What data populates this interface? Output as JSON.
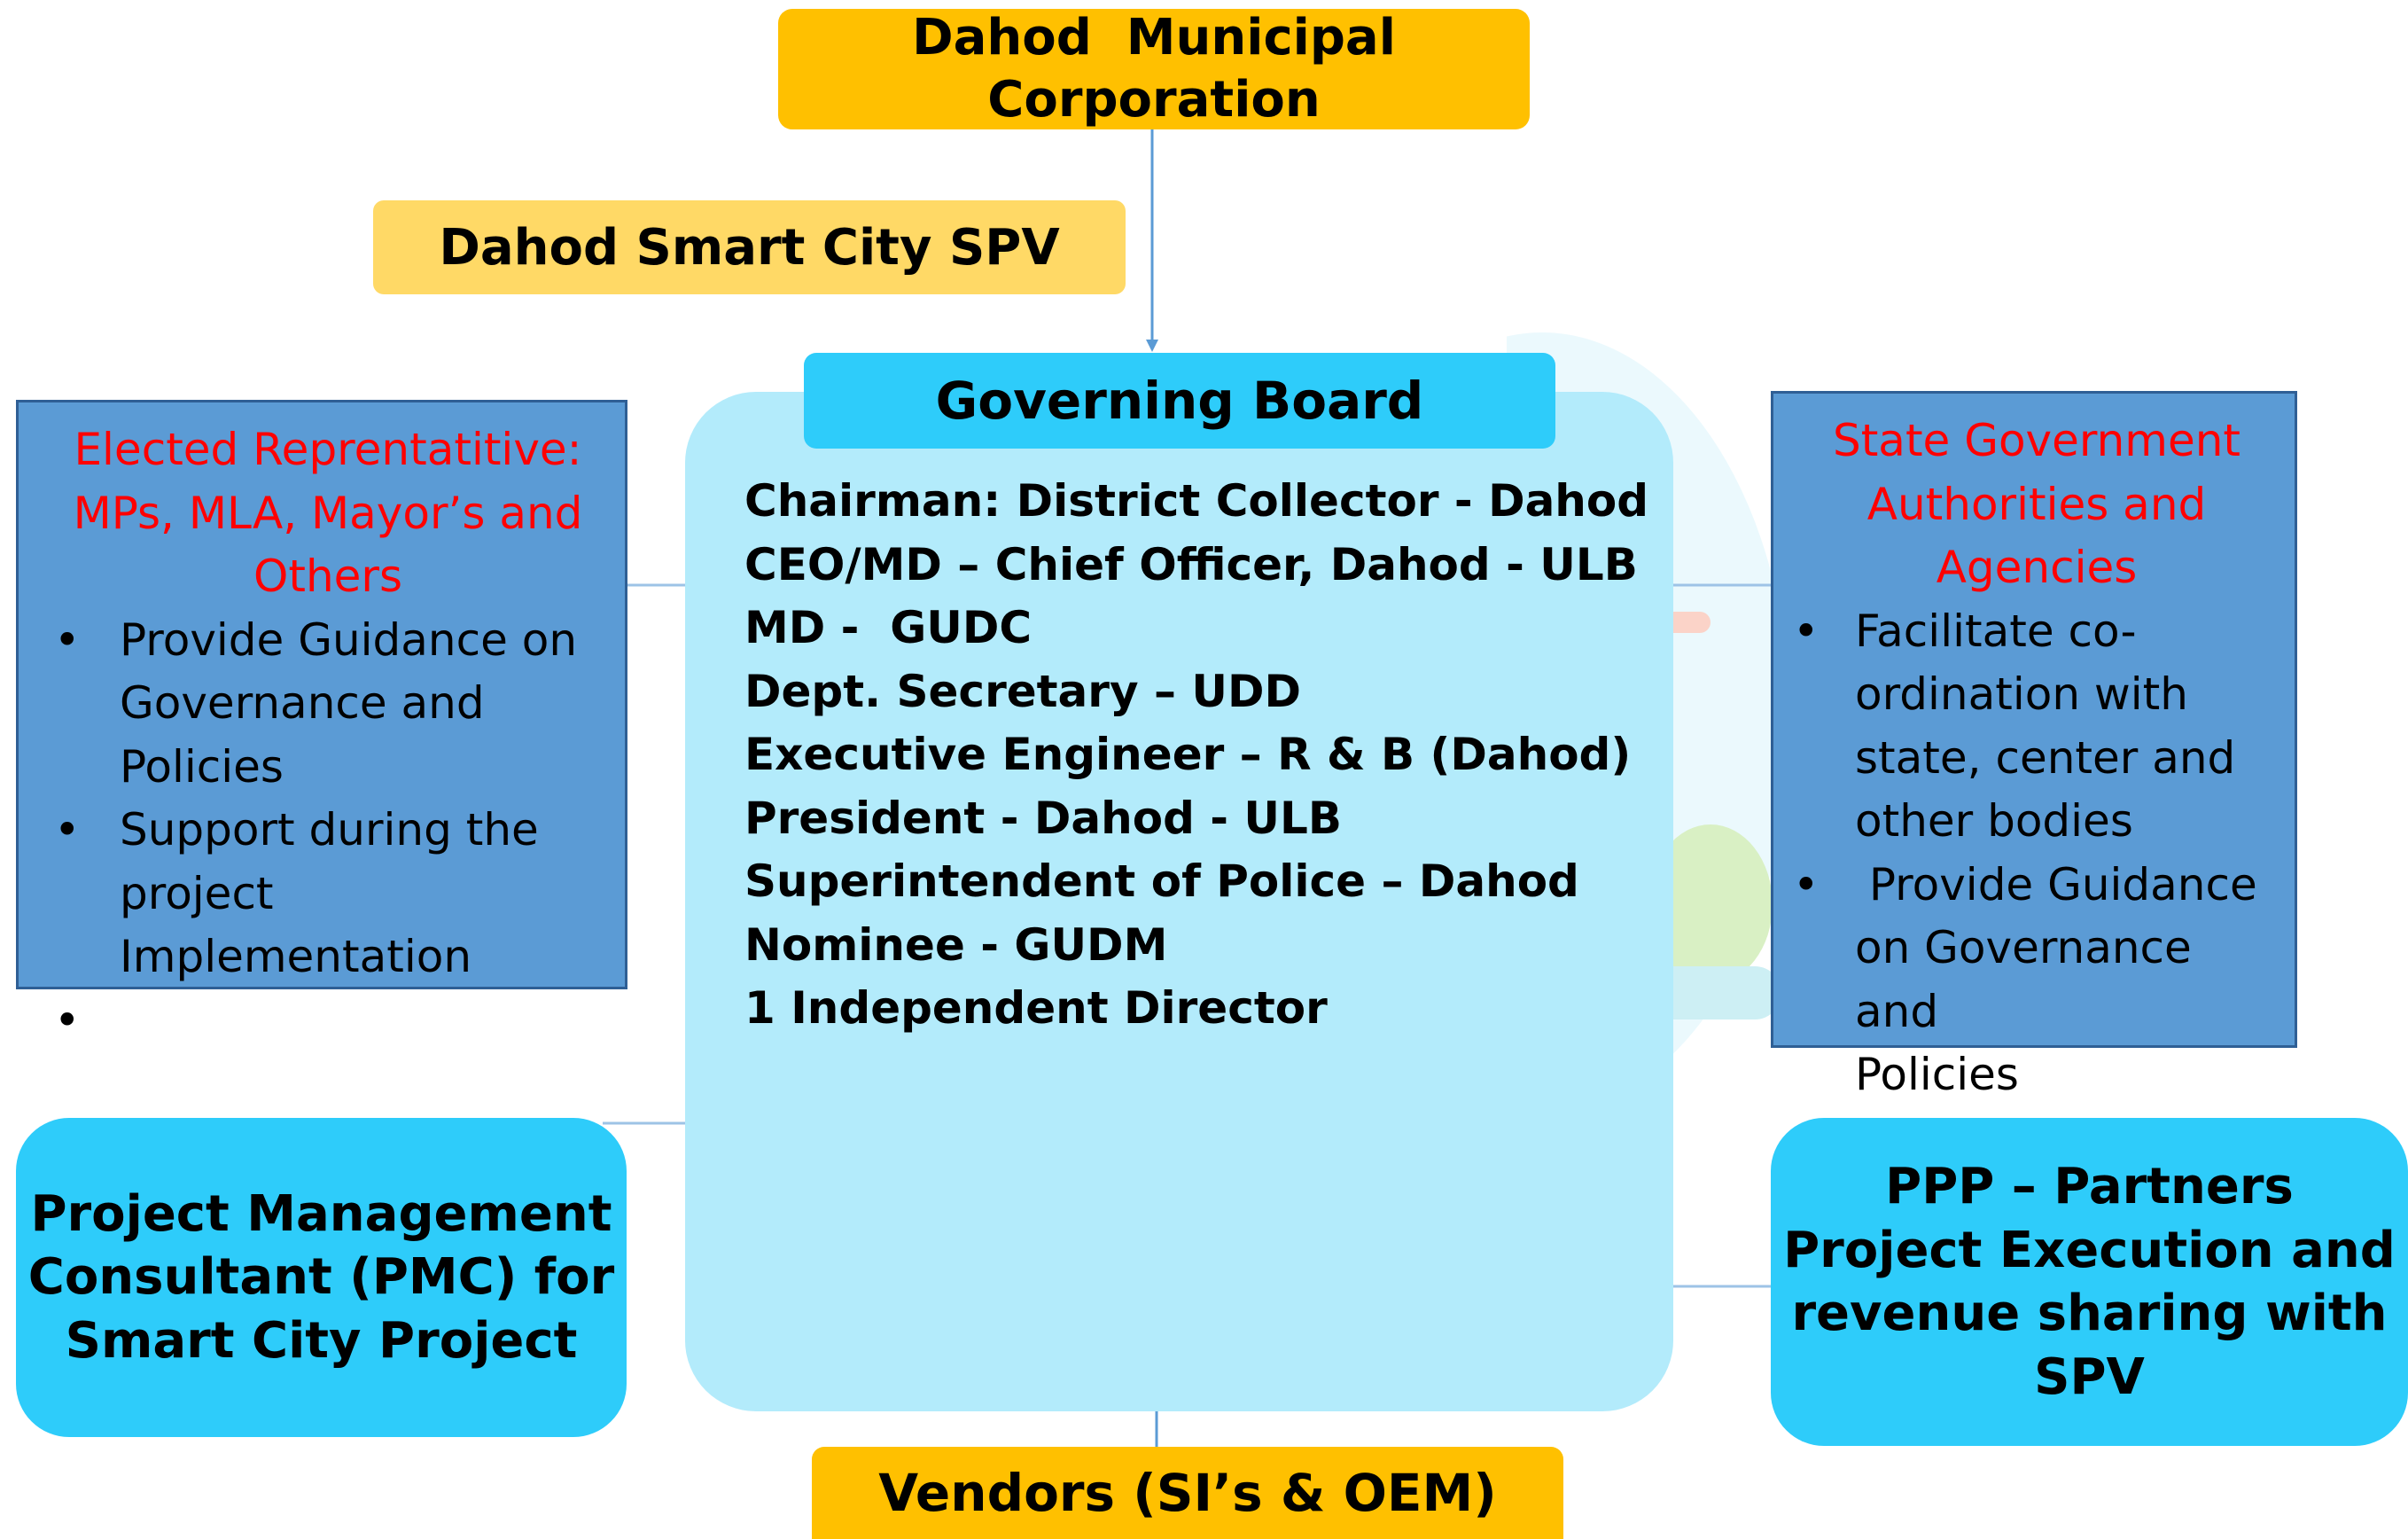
{
  "colors": {
    "orange": "#FFC000",
    "light_orange": "#FFD966",
    "cyan": "#2ECCFA",
    "light_cyan": "#B3EBFB",
    "steel_blue": "#5B9BD5",
    "heading_red": "#FF0000",
    "connector": "#5B9BD5"
  },
  "dmc": {
    "line1": "Dahod  Municipal",
    "line2": "Corporation"
  },
  "spv": {
    "label": "Dahod Smart City SPV"
  },
  "governing_board": {
    "title": "Governing Board",
    "members": [
      "Chairman: District Collector - Dahod",
      "CEO/MD – Chief Officer, Dahod - ULB",
      "MD -  GUDC",
      "Dept. Secretary – UDD",
      "Executive Engineer – R & B (Dahod)",
      "President - Dahod - ULB",
      "Superintendent of Police – Dahod",
      "Nominee - GUDM",
      "1 Independent Director"
    ]
  },
  "elected": {
    "heading_lines": [
      "Elected Reprentatitive:",
      "MPs, MLA, Mayor’s and",
      "Others"
    ],
    "bullets": [
      [
        "Provide Guidance on",
        "Governance and",
        "Policies"
      ],
      [
        "Support during the",
        "project Implementation"
      ],
      [
        ""
      ]
    ]
  },
  "state": {
    "heading_lines": [
      "State Government",
      "Authorities and",
      "Agencies"
    ],
    "bullets": [
      [
        "Facilitate co-",
        "ordination with",
        "state, center and",
        "other bodies"
      ],
      [
        " Provide Guidance",
        "on Governance and",
        "Policies"
      ]
    ]
  },
  "pmc": {
    "lines": [
      "Project Management",
      "Consultant (PMC) for",
      "Smart City Project"
    ]
  },
  "ppp": {
    "lines": [
      "PPP – Partners",
      "Project Execution and",
      "revenue sharing with",
      "SPV"
    ]
  },
  "vendors": {
    "label": "Vendors (SI’s & OEM)"
  }
}
